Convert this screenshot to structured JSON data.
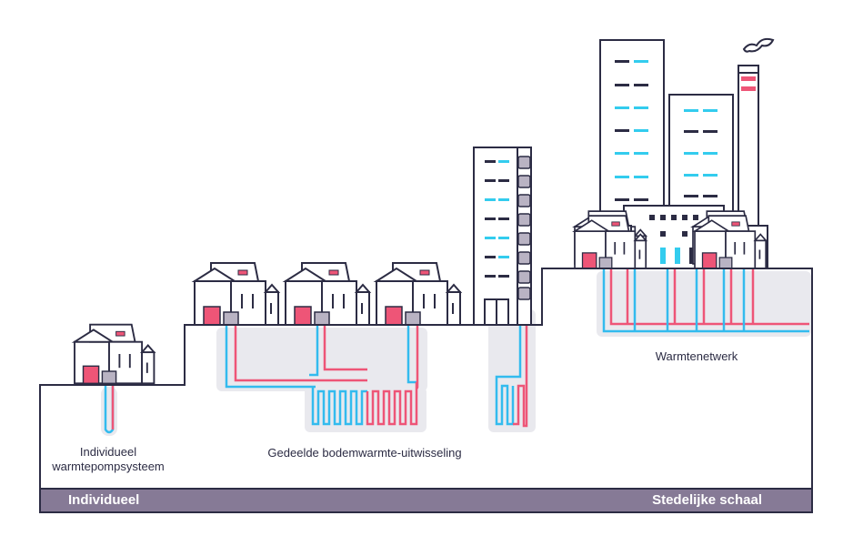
{
  "labels": {
    "individual_system_line1": "Individueel",
    "individual_system_line2": "warmtepompsysteem",
    "shared_exchange": "Gedeelde bodemwarmte-uitwisseling",
    "heat_network": "Warmtenetwerk"
  },
  "bottom_bar": {
    "left": "Individueel",
    "right": "Stedelijke schaal"
  },
  "colors": {
    "outline": "#2c2c44",
    "pipe_hot": "#ee5577",
    "pipe_cold": "#33bbee",
    "window_dark": "#2c2c44",
    "window_light": "#33ccee",
    "door": "#ee5577",
    "heat_pump": "#b9b3c3",
    "shadow": "#e9e9ee",
    "bar": "#867a96"
  }
}
